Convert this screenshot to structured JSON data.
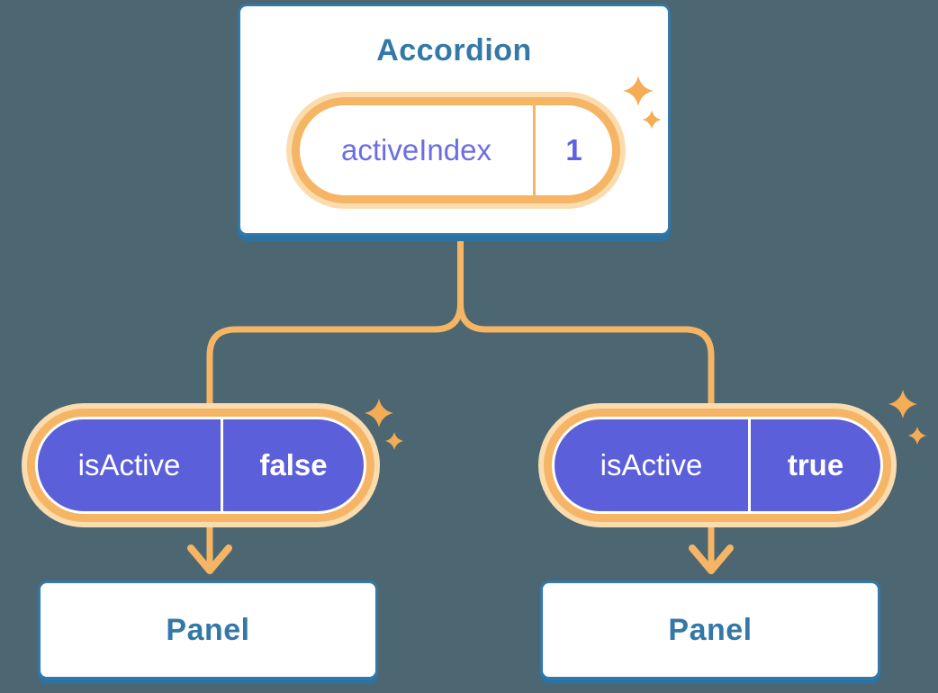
{
  "diagram": {
    "root_component": {
      "title": "Accordion",
      "state": {
        "name": "activeIndex",
        "value": "1"
      }
    },
    "children": [
      {
        "prop_name": "isActive",
        "prop_value": "false",
        "component": "Panel"
      },
      {
        "prop_name": "isActive",
        "prop_value": "true",
        "component": "Panel"
      }
    ]
  },
  "icons": {
    "sparkle": "sparkle-icon"
  },
  "colors": {
    "background": "#4C6771",
    "card_fill": "#FFFFFF",
    "card_border_blue": "#3478A8",
    "card_shadow_blue": "#2C73A3",
    "heading_text_blue": "#3478A8",
    "line_orange": "#F6B564",
    "glow_peach": "#FBDCAF",
    "sparkle_orange": "#F4AC55",
    "pill_purple": "#5B5FD9",
    "state_name_purple": "#6B6EE2",
    "state_value_purple": "#5F62DC",
    "pill_text_white": "#FFFFFF"
  }
}
